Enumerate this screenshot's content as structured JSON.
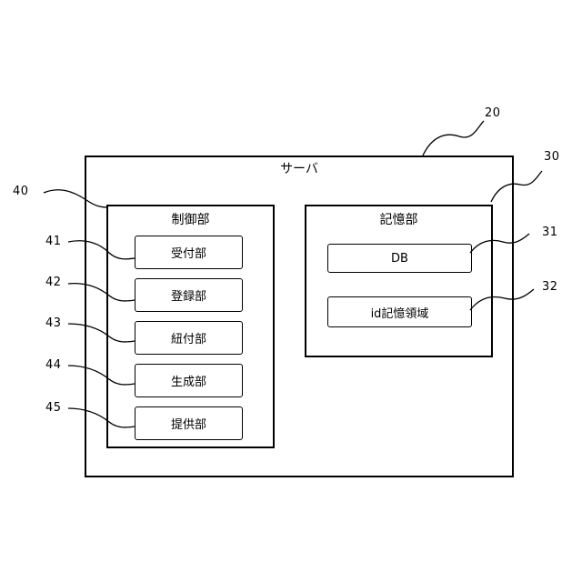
{
  "server": {
    "label": "サーバ",
    "ref": "20"
  },
  "control_unit": {
    "label": "制御部",
    "ref": "40",
    "items": [
      {
        "label": "受付部",
        "ref": "41"
      },
      {
        "label": "登録部",
        "ref": "42"
      },
      {
        "label": "紐付部",
        "ref": "43"
      },
      {
        "label": "生成部",
        "ref": "44"
      },
      {
        "label": "提供部",
        "ref": "45"
      }
    ]
  },
  "storage_unit": {
    "label": "記憶部",
    "ref": "30",
    "items": [
      {
        "label": "DB",
        "ref": "31"
      },
      {
        "label": "id記憶領域",
        "ref": "32"
      }
    ]
  }
}
